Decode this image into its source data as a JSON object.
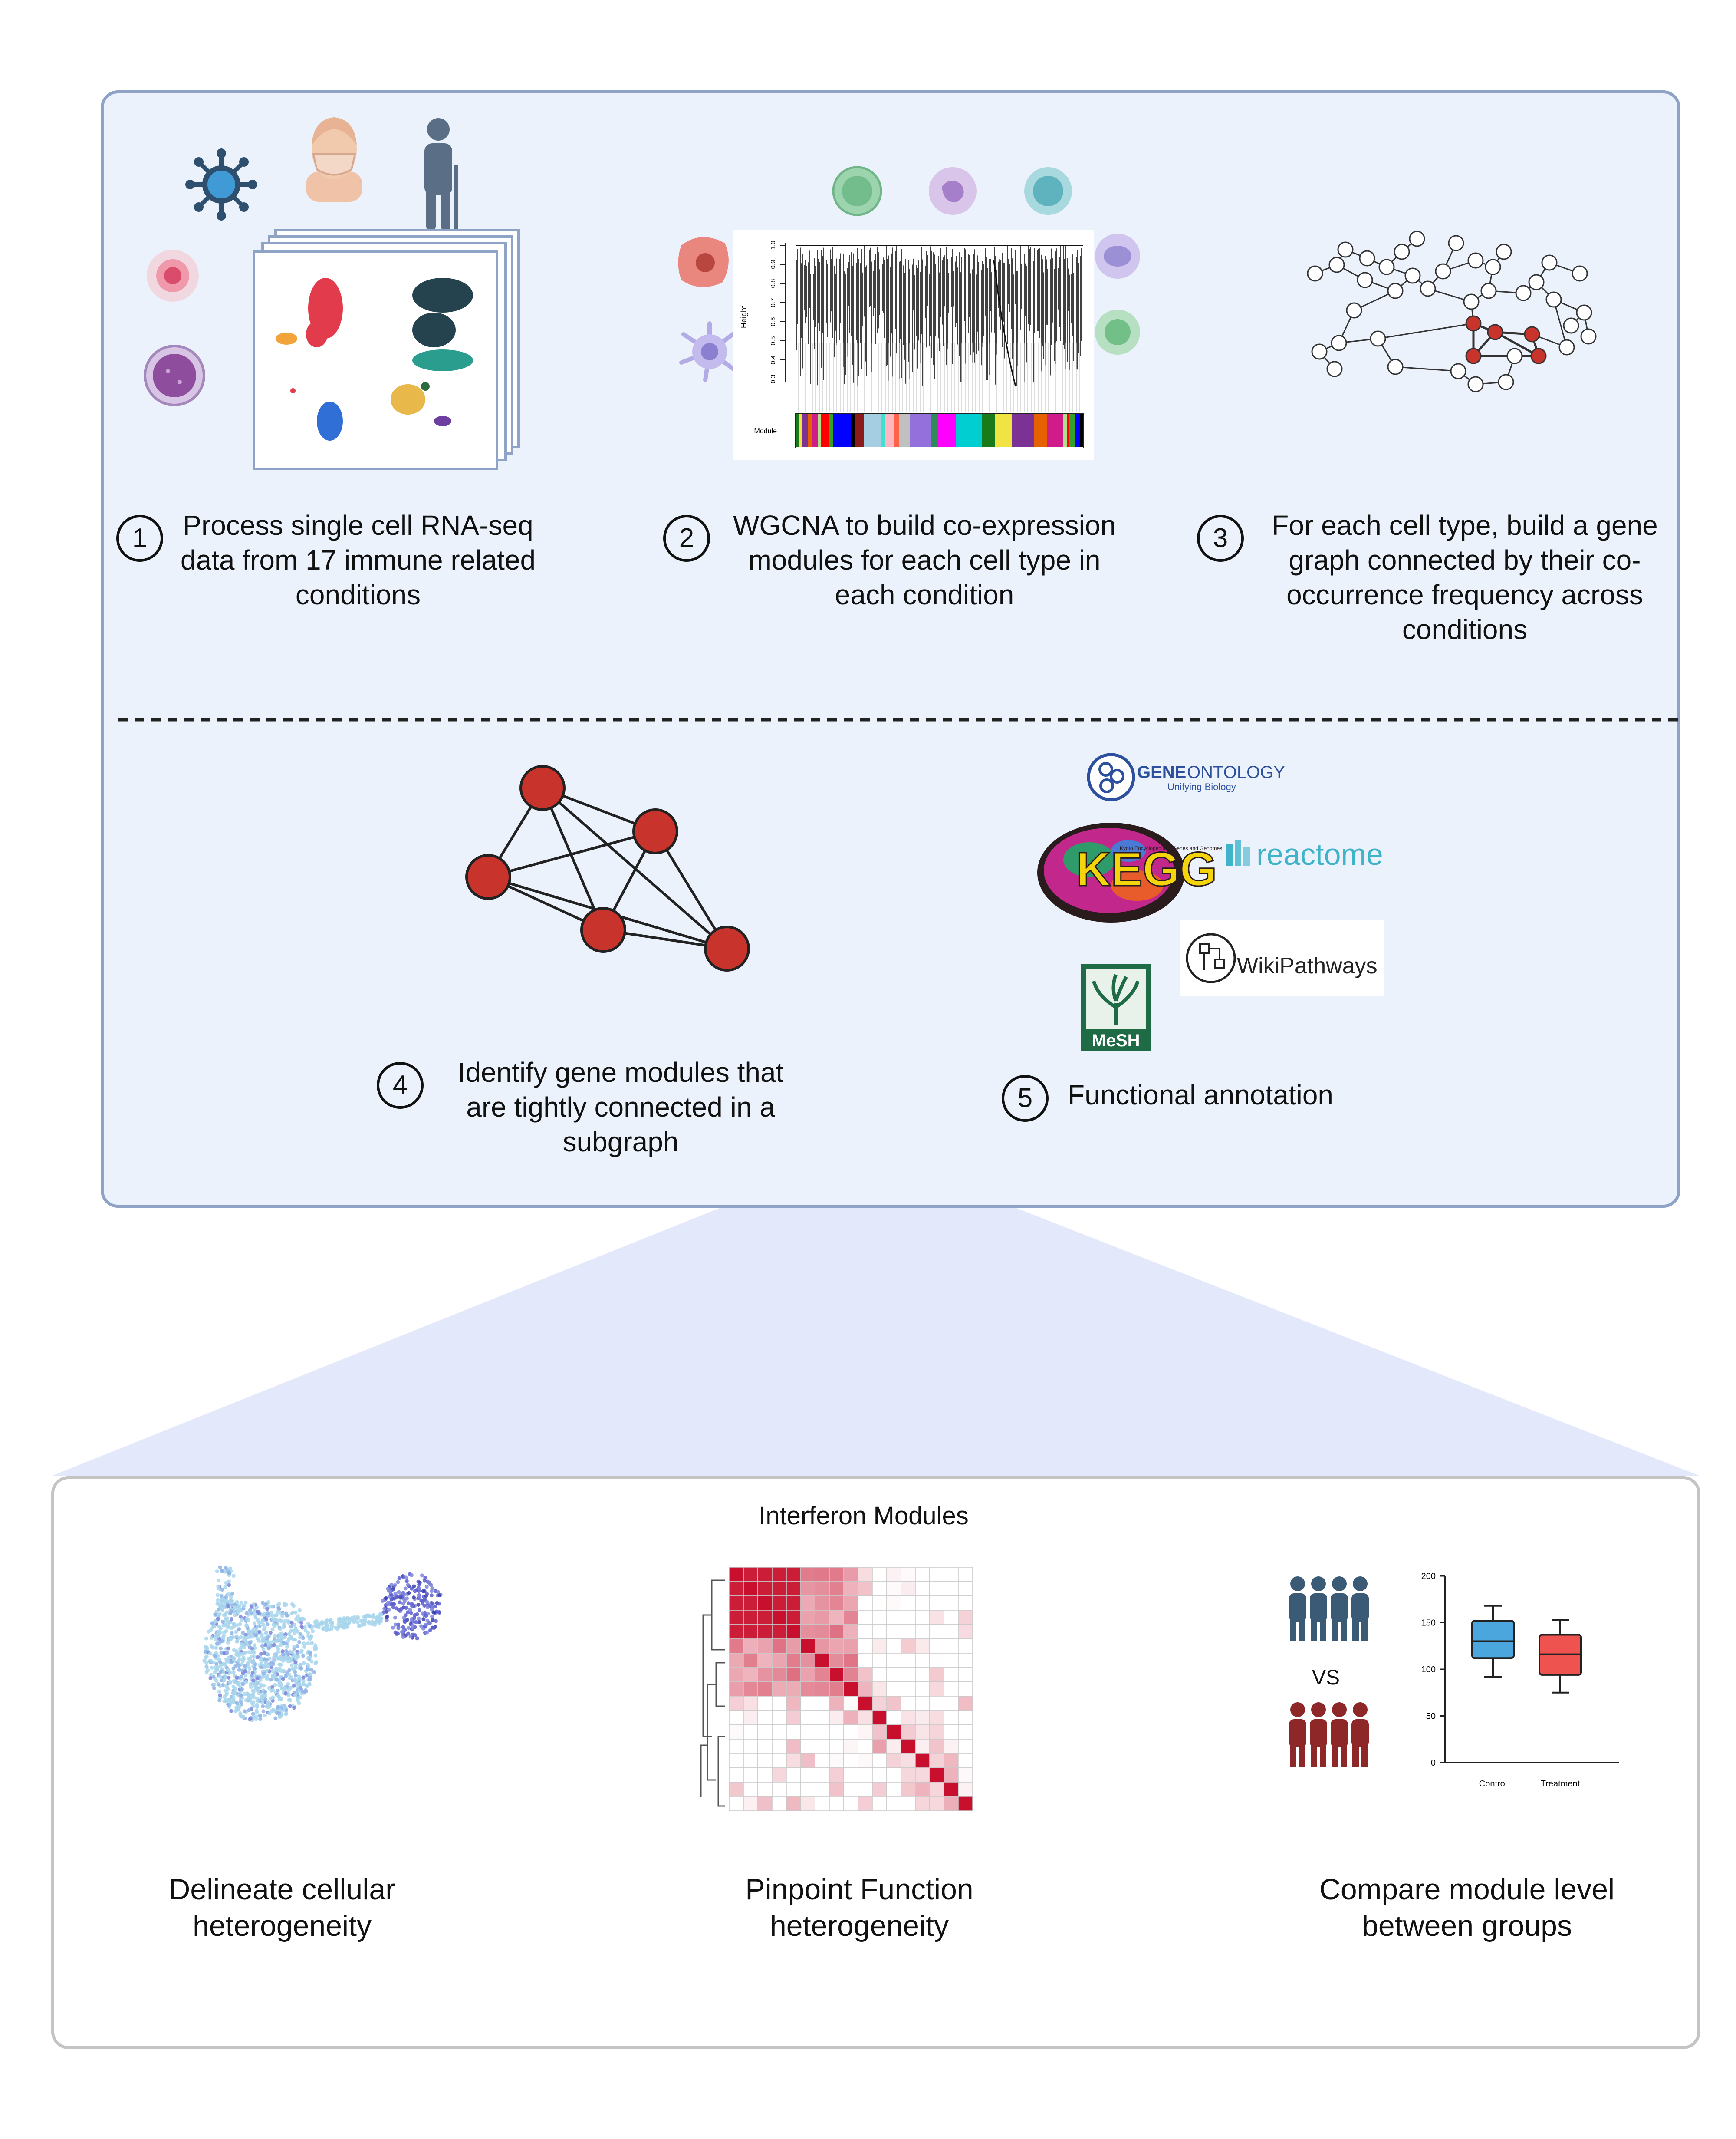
{
  "steps": [
    {
      "num": "1",
      "text": "Process single cell RNA-seq data from 17 immune related conditions"
    },
    {
      "num": "2",
      "text": "WGCNA to build co-expression modules for each cell type in each condition"
    },
    {
      "num": "3",
      "text": "For each cell type, build a gene graph connected by their co-occurrence frequency across conditions"
    },
    {
      "num": "4",
      "text": "Identify gene modules that are tightly connected in a subgraph"
    },
    {
      "num": "5",
      "text": "Functional annotation"
    }
  ],
  "dendrogram": {
    "y_axis_label": "Height",
    "ticks": [
      "1.0",
      "0.9",
      "0.8",
      "0.7",
      "0.6",
      "0.5",
      "0.4",
      "0.3"
    ],
    "module_label": "Module"
  },
  "logos": {
    "geneontology_a": "GENE",
    "geneontology_b": "ONTOLOGY",
    "geneontology_tag": "Unifying Biology",
    "kegg": "KEGG",
    "kegg_sub": "Kyoto Encyclopedia of Genes and Genomes",
    "reactome": "reactome",
    "wikipathways": "WikiPathways",
    "mesh": "MeSH"
  },
  "heatmap_title": "Interferon Modules",
  "vs_label": "VS",
  "boxplot": {
    "y_ticks": [
      "200",
      "150",
      "100",
      "50",
      "0"
    ],
    "categories": [
      "Control",
      "Treatment"
    ]
  },
  "captions": [
    {
      "line1": "Delineate cellular",
      "line2": "heterogeneity"
    },
    {
      "line1": "Pinpoint Function",
      "line2": "heterogeneity"
    },
    {
      "line1": "Compare module level",
      "line2": "between groups"
    }
  ],
  "colors": {
    "node_red": "#c8332b",
    "panel_top": "#ecf2fb",
    "funnel": "#e3e9fa",
    "heat_red": "#c8102e",
    "box_blue": "#4aa6dc",
    "box_red": "#ef5350"
  }
}
